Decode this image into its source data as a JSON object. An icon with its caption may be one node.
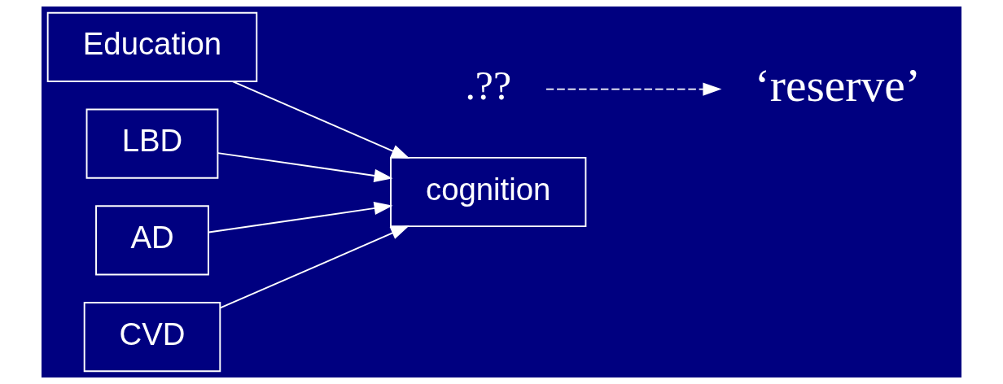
{
  "diagram": {
    "nodes": [
      {
        "text": [
          "Education"
        ]
      },
      {
        "text": [
          "LBD"
        ]
      },
      {
        "text": [
          "AD"
        ]
      },
      {
        "text": [
          "CVD"
        ]
      },
      {
        "text": [
          "cognition"
        ]
      },
      {
        "text": [
          ".??"
        ]
      },
      {
        "text": [
          "‘reserve’"
        ]
      }
    ],
    "edges": [
      {
        "from": 0,
        "to": 4,
        "arrow": "to"
      },
      {
        "from": 1,
        "to": 4,
        "arrow": "to"
      },
      {
        "from": 2,
        "to": 4,
        "arrow": "to"
      },
      {
        "from": 3,
        "to": 4,
        "arrow": "to"
      },
      {
        "from": 5,
        "to": 6,
        "arrow": "to",
        "style": "dashed"
      }
    ]
  }
}
